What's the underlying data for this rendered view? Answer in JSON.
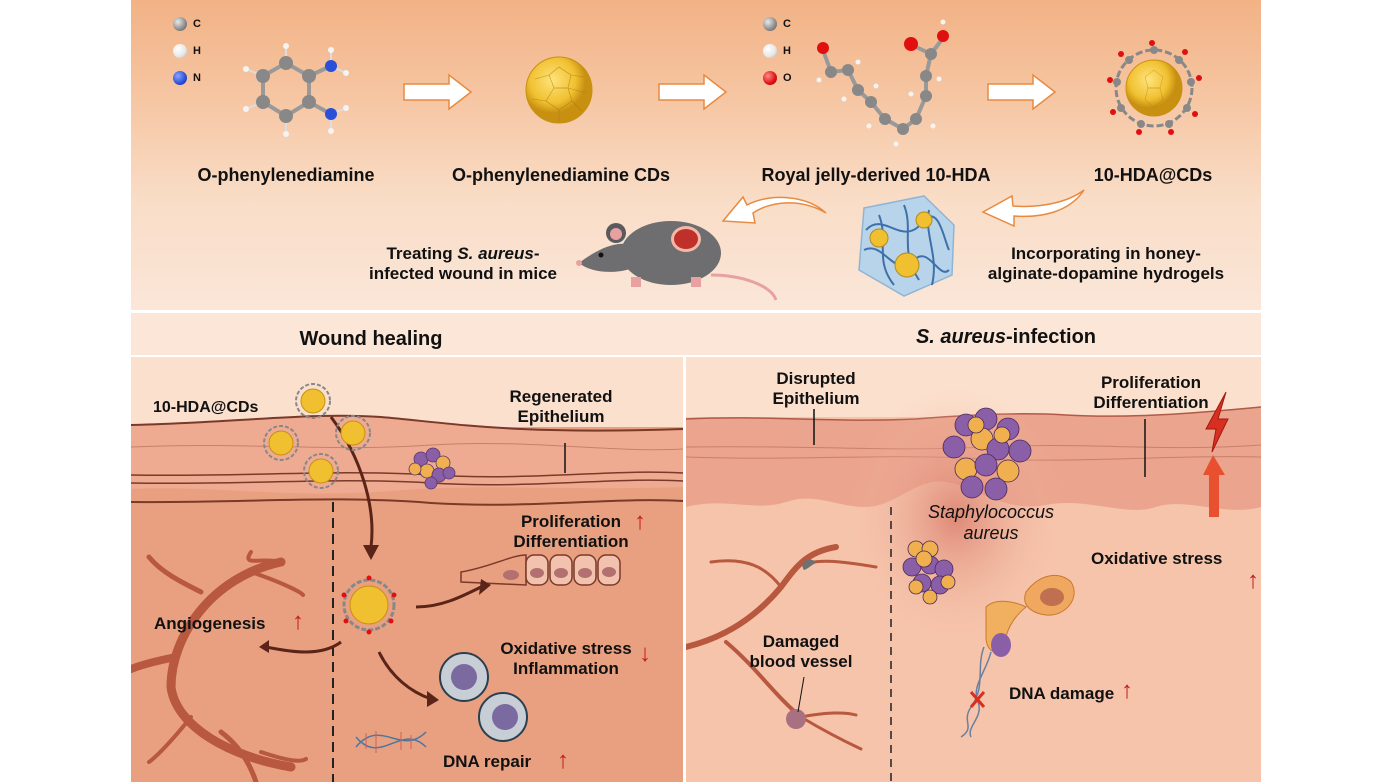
{
  "top": {
    "legend_left": [
      {
        "symbol": "C",
        "element": "carbon"
      },
      {
        "symbol": "H",
        "element": "hydrogen"
      },
      {
        "symbol": "N",
        "element": "nitrogen"
      }
    ],
    "legend_right": [
      {
        "symbol": "C",
        "element": "carbon"
      },
      {
        "symbol": "H",
        "element": "hydrogen"
      },
      {
        "symbol": "O",
        "element": "oxygen"
      }
    ],
    "steps": [
      {
        "label": "O-phenylenediamine",
        "icon": "molecule-icon"
      },
      {
        "label": "O-phenylenediamine CDs",
        "icon": "carbon-dot-icon"
      },
      {
        "label": "Royal jelly-derived 10-HDA",
        "icon": "molecule-icon"
      },
      {
        "label": "10-HDA@CDs",
        "icon": "functionalized-carbon-dot-icon"
      }
    ],
    "hydrogel_label_line1": "Incorporating in honey-",
    "hydrogel_label_line2": "alginate-dopamine hydrogels",
    "mouse_label_line1_prefix": "Treating ",
    "mouse_label_line1_italic": "S. aureus",
    "mouse_label_line1_suffix": "-",
    "mouse_label_line2": "infected wound in mice"
  },
  "sections": {
    "left_title": "Wound healing",
    "right_title_italic": "S. aureus",
    "right_title_suffix": "-infection"
  },
  "wound_healing": {
    "cd_label": "10-HDA@CDs",
    "epithelium_line1": "Regenerated",
    "epithelium_line2": "Epithelium",
    "proliferation_line1": "Proliferation",
    "proliferation_line2": "Differentiation",
    "proliferation_trend": "up",
    "angiogenesis": "Angiogenesis",
    "angiogenesis_trend": "up",
    "oxidative_line1": "Oxidative stress",
    "oxidative_line2": "Inflammation",
    "oxidative_trend": "down",
    "dna_repair": "DNA repair",
    "dna_repair_trend": "up",
    "arrow_up_glyph": "↑",
    "arrow_down_glyph": "↓"
  },
  "infection": {
    "epithelium_line1": "Disrupted",
    "epithelium_line2": "Epithelium",
    "proliferation_line1": "Proliferation",
    "proliferation_line2": "Differentiation",
    "proliferation_trend": "disrupted",
    "bacteria_line1": "Staphylococcus",
    "bacteria_line2": "aureus",
    "oxidative": "Oxidative stress",
    "oxidative_trend": "up",
    "vessel_line1": "Damaged",
    "vessel_line2": "blood vessel",
    "dna_damage": "DNA damage",
    "dna_damage_trend": "up",
    "arrow_up_glyph": "↑"
  },
  "colors": {
    "trend_arrow": "#c0201c",
    "carbon_dot": "#f0c030",
    "bacteria_purple": "#8a5fa8",
    "bacteria_orange": "#f0b050",
    "flow_arrow_outline": "#e88a40"
  }
}
